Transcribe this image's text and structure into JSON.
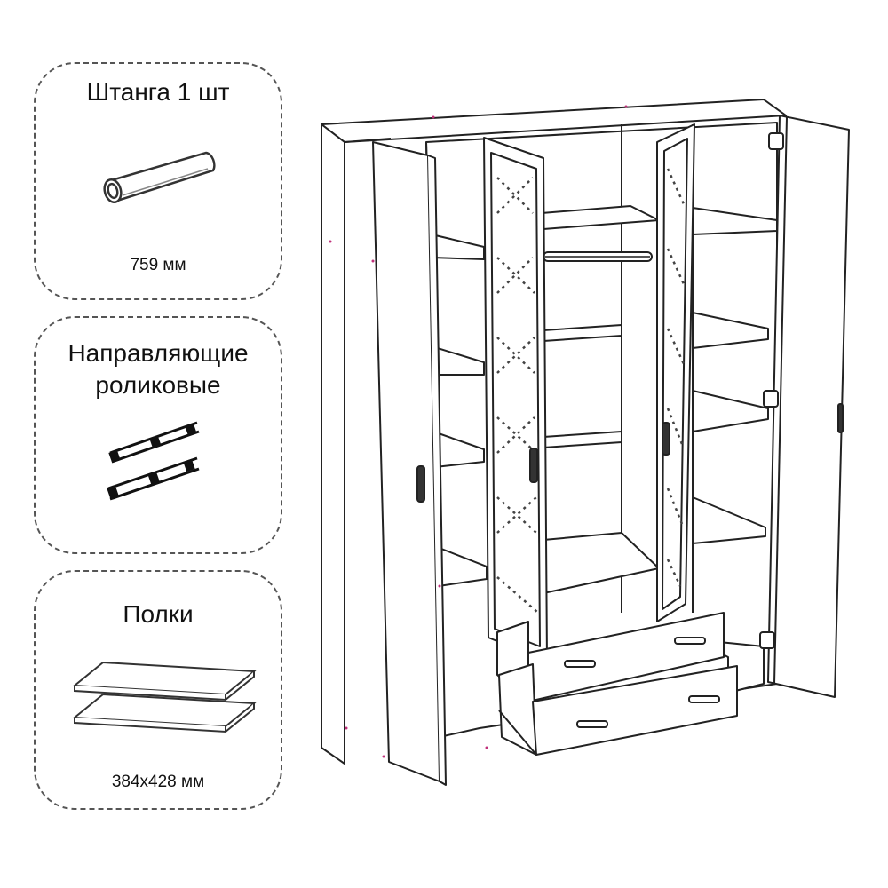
{
  "cards": {
    "rod": {
      "title": "Штанга 1 шт",
      "dimension": "759  мм",
      "icon": "rod-tube-icon"
    },
    "rails": {
      "title_line1": "Направляющие",
      "title_line2": "роликовые",
      "icon": "roller-rails-icon"
    },
    "shelves": {
      "title": "Полки",
      "dimension": "384x428 мм",
      "icon": "shelf-panels-icon"
    }
  },
  "colors": {
    "line": "#222222",
    "dashed_border": "#555555",
    "marker": "#c0307a"
  }
}
